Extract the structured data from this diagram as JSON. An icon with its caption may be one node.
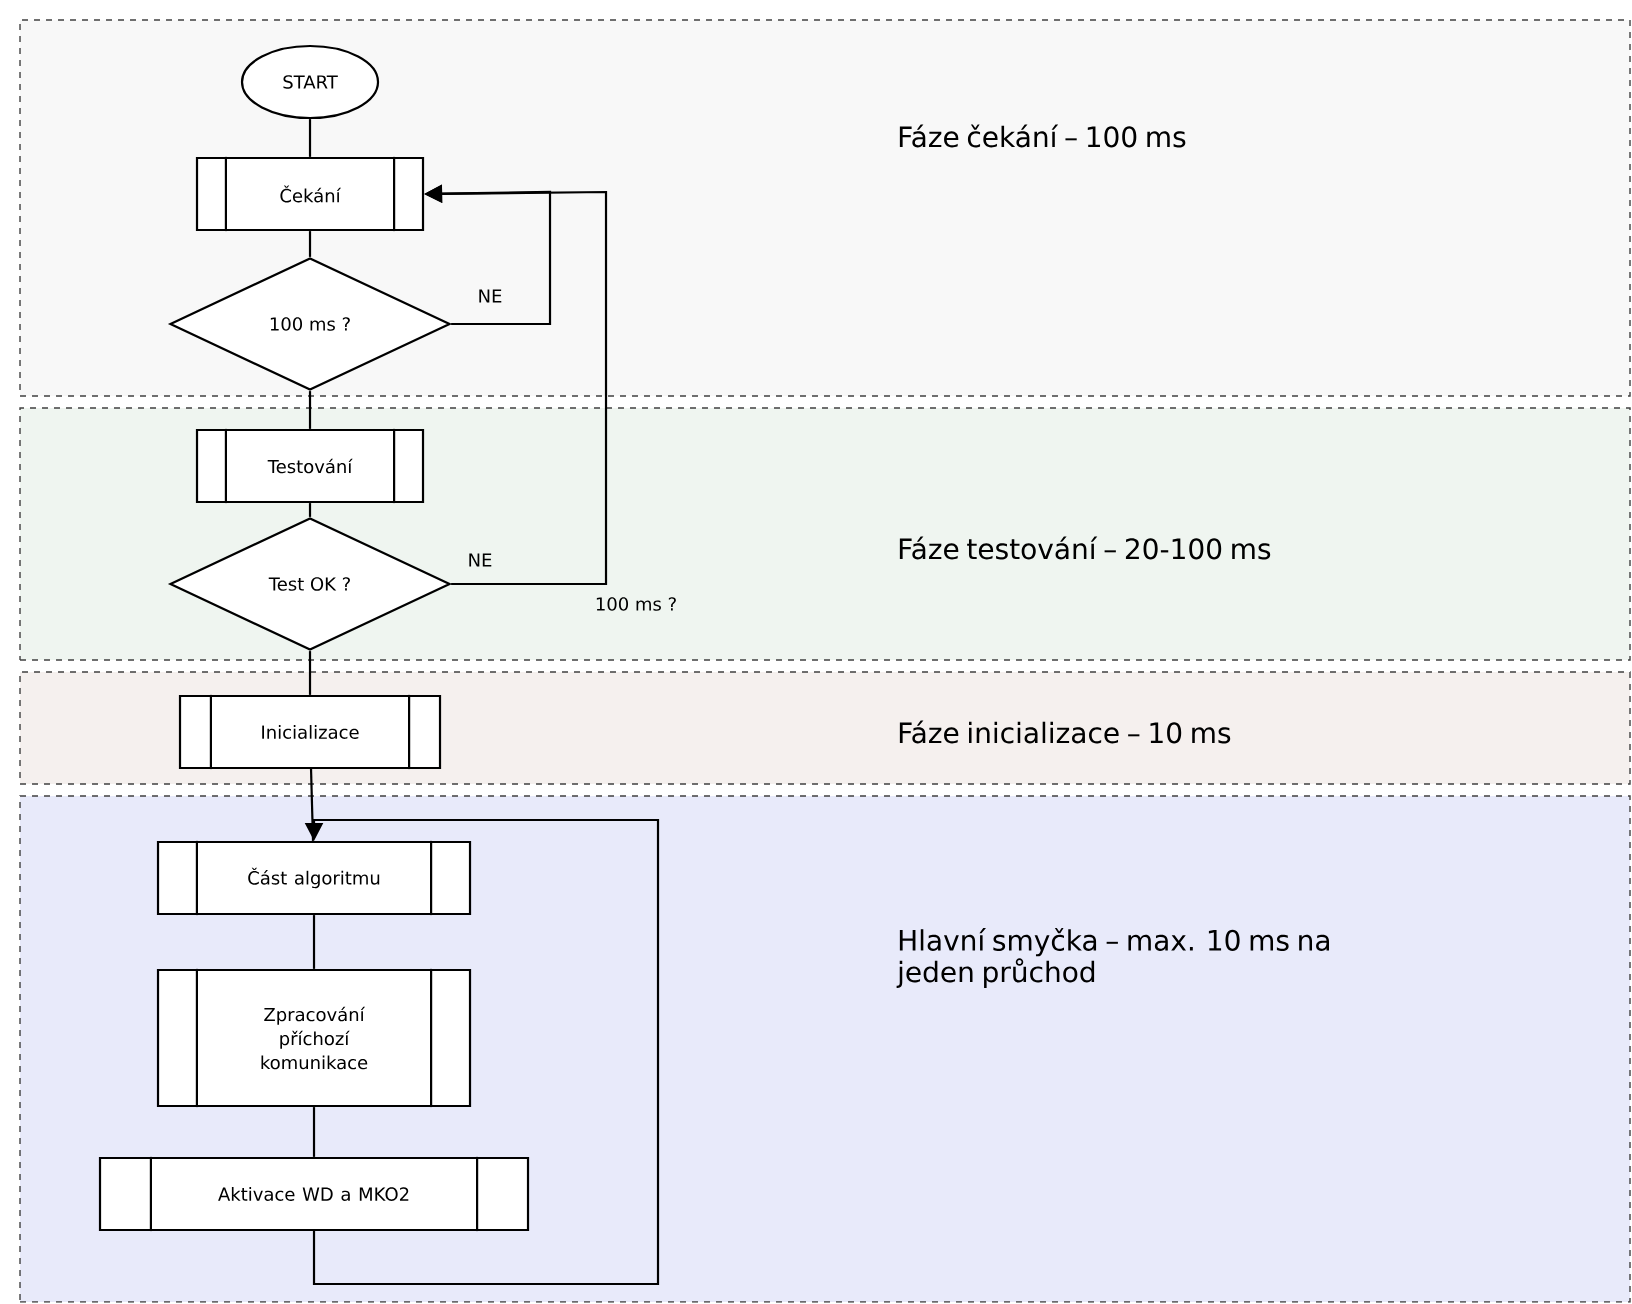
{
  "diagram": {
    "nodes": [
      {
        "text": [
          "Fáze čekání – 100 ms"
        ]
      },
      {
        "text": [
          "START"
        ],
        "in": 0
      },
      {
        "text": [
          "Čekání"
        ],
        "in": 0
      },
      {
        "text": [
          "100 ms ?"
        ],
        "in": 0
      },
      {
        "text": [
          "Fáze testování – 20-100 ms"
        ]
      },
      {
        "text": [
          "Testování"
        ],
        "in": 4
      },
      {
        "text": [
          "Test OK ?"
        ],
        "in": 4
      },
      {
        "text": [
          "Fáze inicializace – 10 ms"
        ]
      },
      {
        "text": [
          "Inicializace"
        ],
        "in": 7
      },
      {
        "text": [
          "Hlavní smyčka – max. 10 ms na jeden průchod"
        ]
      },
      {
        "text": [
          "Část algoritmu"
        ],
        "in": 9
      },
      {
        "text": [
          "Zpracování příchozí komunikace"
        ],
        "in": 9
      },
      {
        "text": [
          "Aktivace WD a MKO2"
        ],
        "in": 9
      }
    ],
    "edges": [
      {
        "from": 1,
        "to": 2,
        "arrow": "none"
      },
      {
        "from": 2,
        "to": 3,
        "arrow": "none"
      },
      {
        "from": 3,
        "to": 2,
        "arrow": "to",
        "label": "NE"
      },
      {
        "from": 3,
        "to": 5,
        "arrow": "none"
      },
      {
        "from": 5,
        "to": 6,
        "arrow": "none"
      },
      {
        "from": 6,
        "to": 2,
        "arrow": "to",
        "label": "NE"
      },
      {
        "from": 6,
        "to": 8,
        "arrow": "none"
      },
      {
        "from": 8,
        "to": 10,
        "arrow": "none"
      },
      {
        "from": 10,
        "to": 11,
        "arrow": "none"
      },
      {
        "from": 11,
        "to": 12,
        "arrow": "none"
      },
      {
        "from": 12,
        "to": 10,
        "arrow": "to"
      }
    ],
    "labels": [
      "100 ms ?"
    ]
  }
}
